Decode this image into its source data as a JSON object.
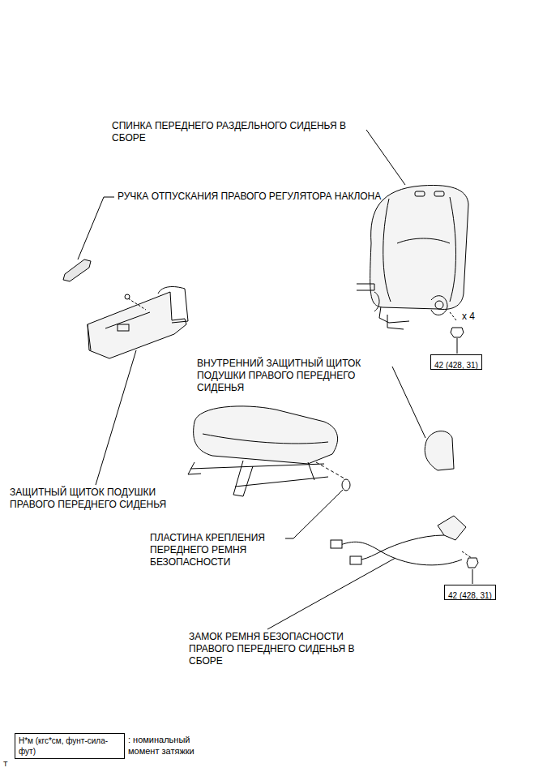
{
  "diagram": {
    "nodes": [
      {
        "text": [
          "42 (428, 31)"
        ]
      },
      {
        "text": [
          "42 (428, 31)"
        ]
      },
      {
        "text": [
          "Н*м (кгс*см, фунт-сила-фут)"
        ]
      }
    ],
    "labels": [
      "СПИНКА ПЕРЕДНЕГО РАЗДЕЛЬНОГО СИДЕНЬЯ В СБОРЕ",
      "РУЧКА ОТПУСКАНИЯ ПРАВОГО РЕГУЛЯТОРА НАКЛОНА",
      "x 4",
      "ВНУТРЕННИЙ ЗАЩИТНЫЙ ЩИТОК ПОДУШКИ ПРАВОГО ПЕРЕДНЕГО СИДЕНЬЯ",
      "ЗАЩИТНЫЙ ЩИТОК ПОДУШКИ ПРАВОГО ПЕРЕДНЕГО СИДЕНЬЯ",
      "ПЛАСТИНА КРЕПЛЕНИЯ ПЕРЕДНЕГО РЕМНЯ БЕЗОПАСНОСТИ",
      "ЗАМОК РЕМНЯ БЕЗОПАСНОСТИ ПРАВОГО ПЕРЕДНЕГО СИДЕНЬЯ В СБОРЕ",
      ": номинальный момент затяжки",
      "T"
    ]
  }
}
